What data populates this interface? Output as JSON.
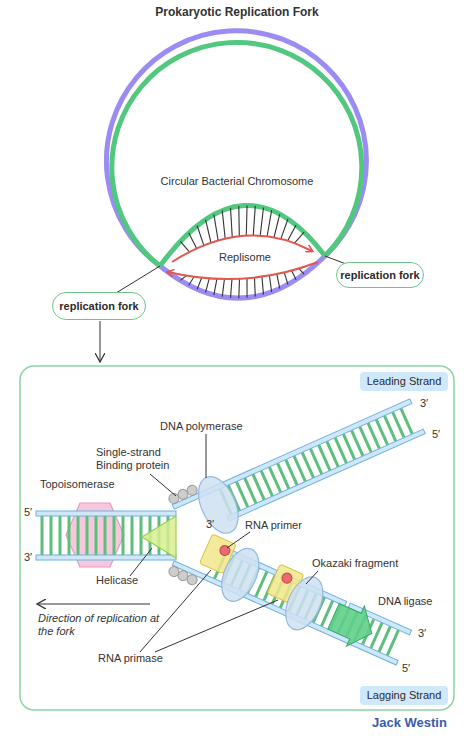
{
  "diagram": {
    "title": "Prokaryotic Replication Fork",
    "nodes": [
      {
        "text": [
          "replication fork"
        ]
      },
      {
        "text": [
          "replication fork"
        ]
      },
      {
        "text": [
          "Leading Strand"
        ]
      },
      {
        "text": [
          "Lagging Strand"
        ]
      }
    ],
    "labels": [
      "Circular Bacterial Chromosome",
      "Replisome",
      "DNA polymerase",
      "Single-strand Binding protein",
      "Topoisomerase",
      "5′",
      "3′",
      "3′",
      "5′",
      "3′",
      "RNA primer",
      "Helicase",
      "Okazaki fragment",
      "DNA ligase",
      "Direction of replication at the fork",
      "RNA primase",
      "3′",
      "5′",
      "Jack Westin"
    ]
  }
}
